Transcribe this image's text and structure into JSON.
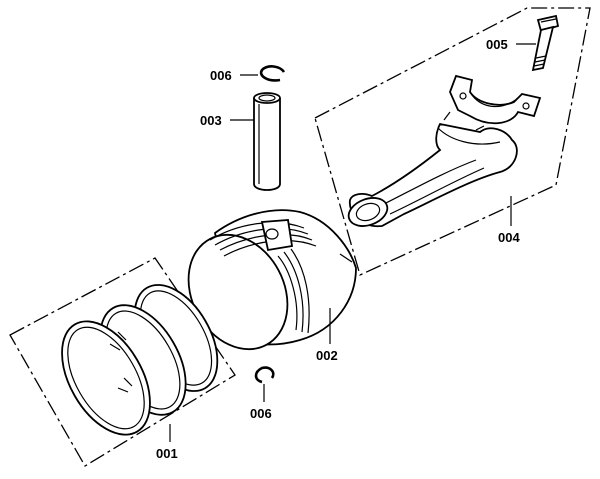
{
  "labels": {
    "rings": "001",
    "piston": "002",
    "pin": "003",
    "rod": "004",
    "bolt": "005",
    "clip_top": "006",
    "clip_bottom": "006"
  }
}
